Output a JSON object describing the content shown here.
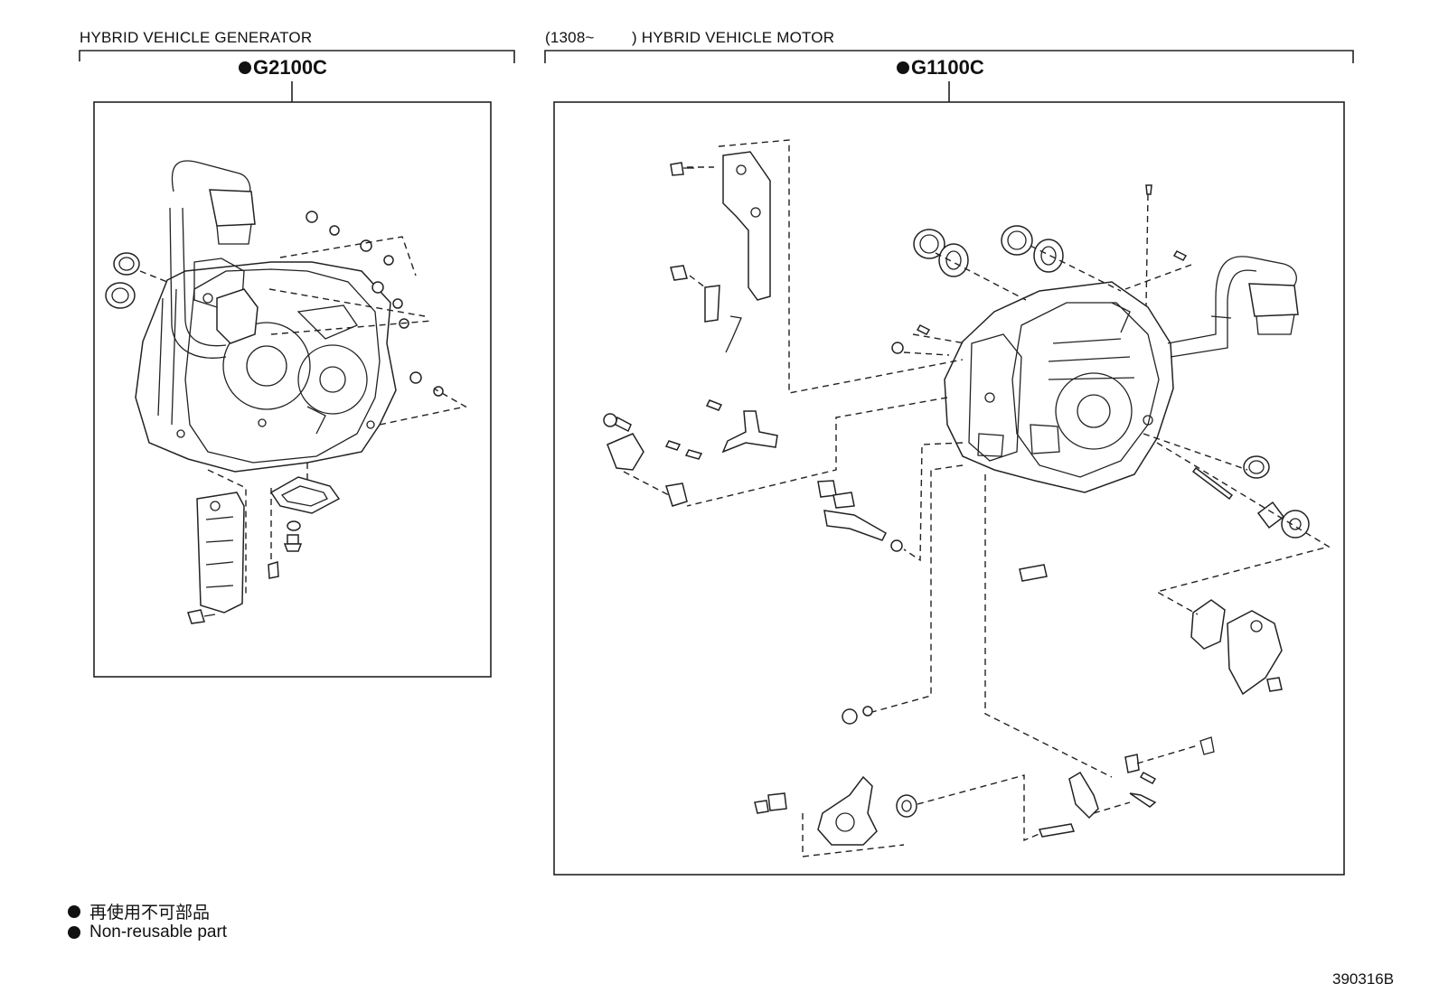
{
  "left_group": {
    "header": "HYBRID VEHICLE GENERATOR",
    "part_code": "G2100C"
  },
  "right_group": {
    "header_prefix": "(1308~",
    "header": ") HYBRID VEHICLE MOTOR",
    "part_code": "G1100C"
  },
  "legend": {
    "line_ja": "再使用不可部品",
    "line_en": "Non-reusable part"
  },
  "reference_number": "390316B"
}
